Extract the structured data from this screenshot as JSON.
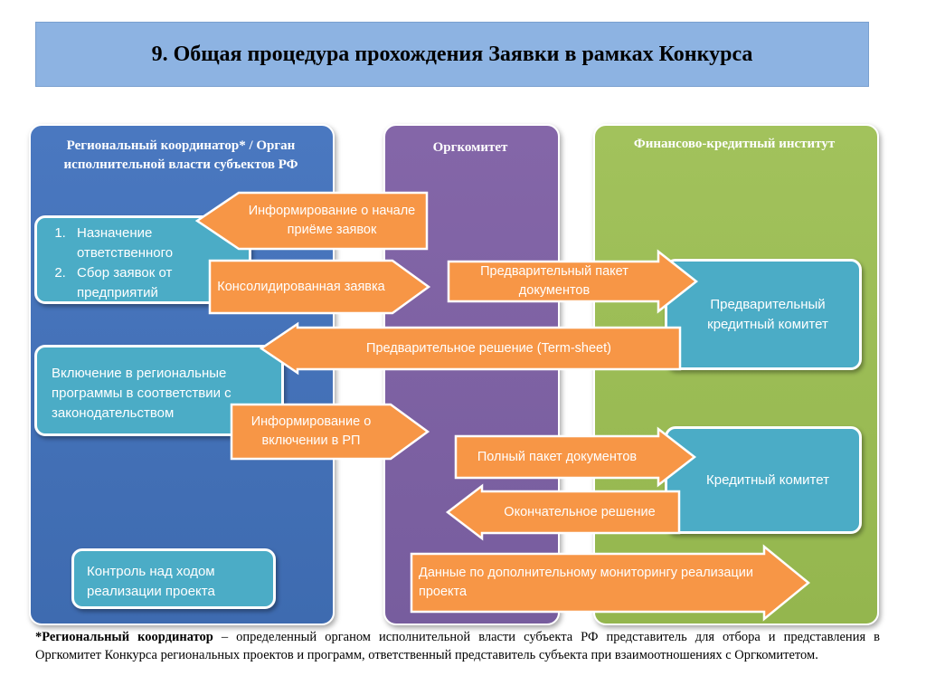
{
  "title": "9. Общая процедура прохождения Заявки в рамках Конкурса",
  "columns": {
    "regional": "Региональный координатор* / Орган исполнительной власти субъектов РФ",
    "orgcommittee": "Оргкомитет",
    "finance": "Финансово-кредитный институт"
  },
  "boxes": {
    "duties": [
      "Назначение ответственного",
      "Сбор заявок от предприятий"
    ],
    "inclusion": "Включение в региональные программы в соответствии с законодательством",
    "control": "Контроль над ходом реализации проекта",
    "prelim_committee": "Предварительный кредитный комитет",
    "credit_committee": "Кредитный комитет"
  },
  "arrows": {
    "inform_start": "Информирование о начале приёме заявок",
    "consolidated": "Консолидированная заявка",
    "prelim_package": "Предварительный пакет документов",
    "term_sheet": "Предварительное решение (Term-sheet)",
    "inform_inclusion": "Информирование о включении в РП",
    "full_package": "Полный пакет документов",
    "final_decision": "Окончательное решение",
    "monitoring": "Данные по дополнительному мониторингу реализации проекта"
  },
  "footnote": {
    "term": "*Региональный координатор",
    "text": " – определенный органом исполнительной власти субъекта РФ представитель для отбора и представления в Оргкомитет Конкурса региональных проектов и программ, ответственный представитель субъекта при взаимоотношениях с Оргкомитетом."
  },
  "colors": {
    "title_bg": "#8db3e2",
    "regional_column": "#4a78c0",
    "orgcommittee_column": "#8466a8",
    "finance_column": "#a2c25c",
    "teal_box": "#4bacc6",
    "arrow_fill": "#f79646"
  }
}
